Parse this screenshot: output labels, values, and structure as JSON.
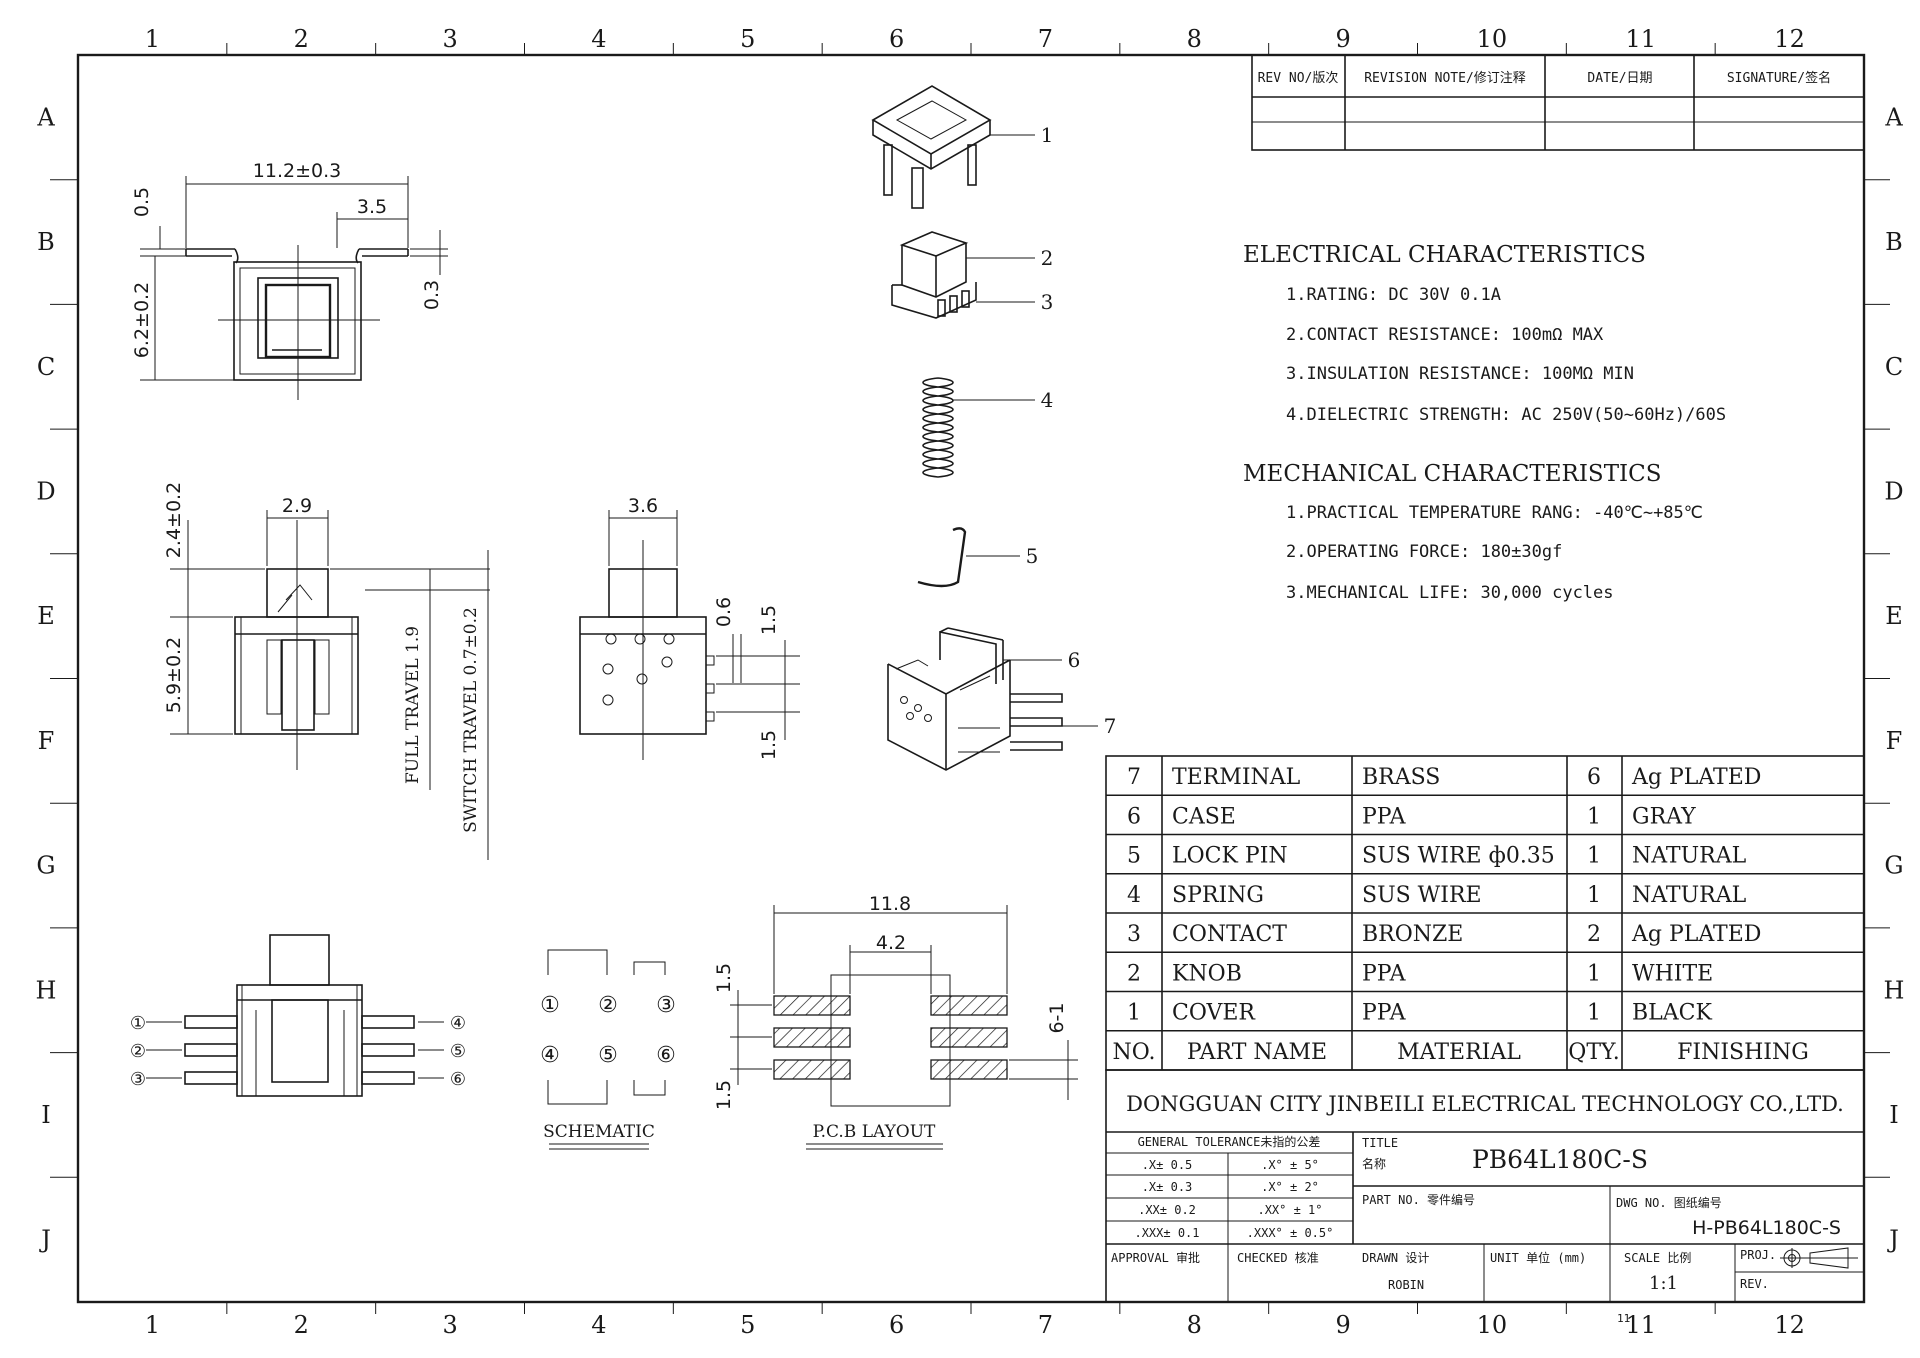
{
  "frame": {
    "columns": [
      "1",
      "2",
      "3",
      "4",
      "5",
      "6",
      "7",
      "8",
      "9",
      "10",
      "11",
      "12"
    ],
    "rows": [
      "A",
      "B",
      "C",
      "D",
      "E",
      "F",
      "G",
      "H",
      "I",
      "J"
    ]
  },
  "revision_table": {
    "headers": [
      "REV NO/版次",
      "REVISION NOTE/修订注释",
      "DATE/日期",
      "SIGNATURE/签名"
    ]
  },
  "electrical": {
    "title": "ELECTRICAL CHARACTERISTICS",
    "items": [
      "1.RATING: DC 30V 0.1A",
      "2.CONTACT RESISTANCE: 100mΩ MAX",
      "3.INSULATION RESISTANCE: 100MΩ MIN",
      "4.DIELECTRIC STRENGTH: AC 250V(50~60Hz)/60S"
    ]
  },
  "mechanical": {
    "title": "MECHANICAL CHARACTERISTICS",
    "items": [
      "1.PRACTICAL TEMPERATURE RANG: -40℃~+85℃",
      "2.OPERATING FORCE: 180±30gf",
      "3.MECHANICAL LIFE: 30,000 cycles"
    ]
  },
  "bom": {
    "rows": [
      {
        "no": "7",
        "part": "TERMINAL",
        "material": "BRASS",
        "qty": "6",
        "finish": "Ag PLATED"
      },
      {
        "no": "6",
        "part": "CASE",
        "material": "PPA",
        "qty": "1",
        "finish": "GRAY"
      },
      {
        "no": "5",
        "part": "LOCK PIN",
        "material": "SUS WIRE ф0.35",
        "qty": "1",
        "finish": "NATURAL"
      },
      {
        "no": "4",
        "part": "SPRING",
        "material": "SUS WIRE",
        "qty": "1",
        "finish": "NATURAL"
      },
      {
        "no": "3",
        "part": "CONTACT",
        "material": "BRONZE",
        "qty": "2",
        "finish": "Ag PLATED"
      },
      {
        "no": "2",
        "part": "KNOB",
        "material": "PPA",
        "qty": "1",
        "finish": "WHITE"
      },
      {
        "no": "1",
        "part": "COVER",
        "material": "PPA",
        "qty": "1",
        "finish": "BLACK"
      }
    ],
    "header": {
      "no": "NO.",
      "part": "PART NAME",
      "material": "MATERIAL",
      "qty": "QTY.",
      "finish": "FINISHING"
    }
  },
  "title_block": {
    "company": "DONGGUAN CITY JINBEILI ELECTRICAL TECHNOLOGY CO.,LTD.",
    "tolerance_title": "GENERAL TOLERANCE未指的公差",
    "tolerances_linear": [
      ".X± 0.5",
      ".X± 0.3",
      ".XX± 0.2",
      ".XXX± 0.1"
    ],
    "tolerances_angular": [
      ".X° ± 5°",
      ".X° ± 2°",
      ".XX° ± 1°",
      ".XXX° ± 0.5°"
    ],
    "title_label": "TITLE",
    "title_label_cn": "名称",
    "title": "PB64L180C-S",
    "part_no_label": "PART NO. 零件编号",
    "dwg_no_label": "DWG NO. 图纸编号",
    "dwg_no": "H-PB64L180C-S",
    "approval": "APPROVAL 审批",
    "checked": "CHECKED 核准",
    "drawn": "DRAWN 设计",
    "drawn_by": "ROBIN",
    "unit": "UNIT 单位 (mm)",
    "scale_label": "SCALE 比例",
    "scale": "1:1",
    "proj": "PROJ.",
    "rev": "REV.",
    "footer_number": "11"
  },
  "dims": {
    "top_width": "11.2±0.3",
    "top_35": "3.5",
    "top_05": "0.5",
    "top_height": "6.2±0.2",
    "top_03": "0.3",
    "side_29": "2.9",
    "side_24": "2.4±0.2",
    "side_59": "5.9±0.2",
    "full_travel": "FULL TRAVEL 1.9",
    "switch_travel": "SWITCH TRAVEL 0.7±0.2",
    "front_36": "3.6",
    "front_06": "0.6",
    "front_15a": "1.5",
    "front_15b": "1.5",
    "pcb_118": "11.8",
    "pcb_42": "4.2",
    "pcb_15a": "1.5",
    "pcb_15b": "1.5",
    "pcb_61": "6-1"
  },
  "labels": {
    "schematic": "SCHEMATIC",
    "pcb_layout": "P.C.B LAYOUT",
    "pins_left": [
      "①",
      "②",
      "③"
    ],
    "pins_right": [
      "④",
      "⑤",
      "⑥"
    ],
    "schematic_top": [
      "①",
      "②",
      "③"
    ],
    "schematic_bottom": [
      "④",
      "⑤",
      "⑥"
    ],
    "balloons": [
      "1",
      "2",
      "3",
      "4",
      "5",
      "6",
      "7"
    ]
  }
}
